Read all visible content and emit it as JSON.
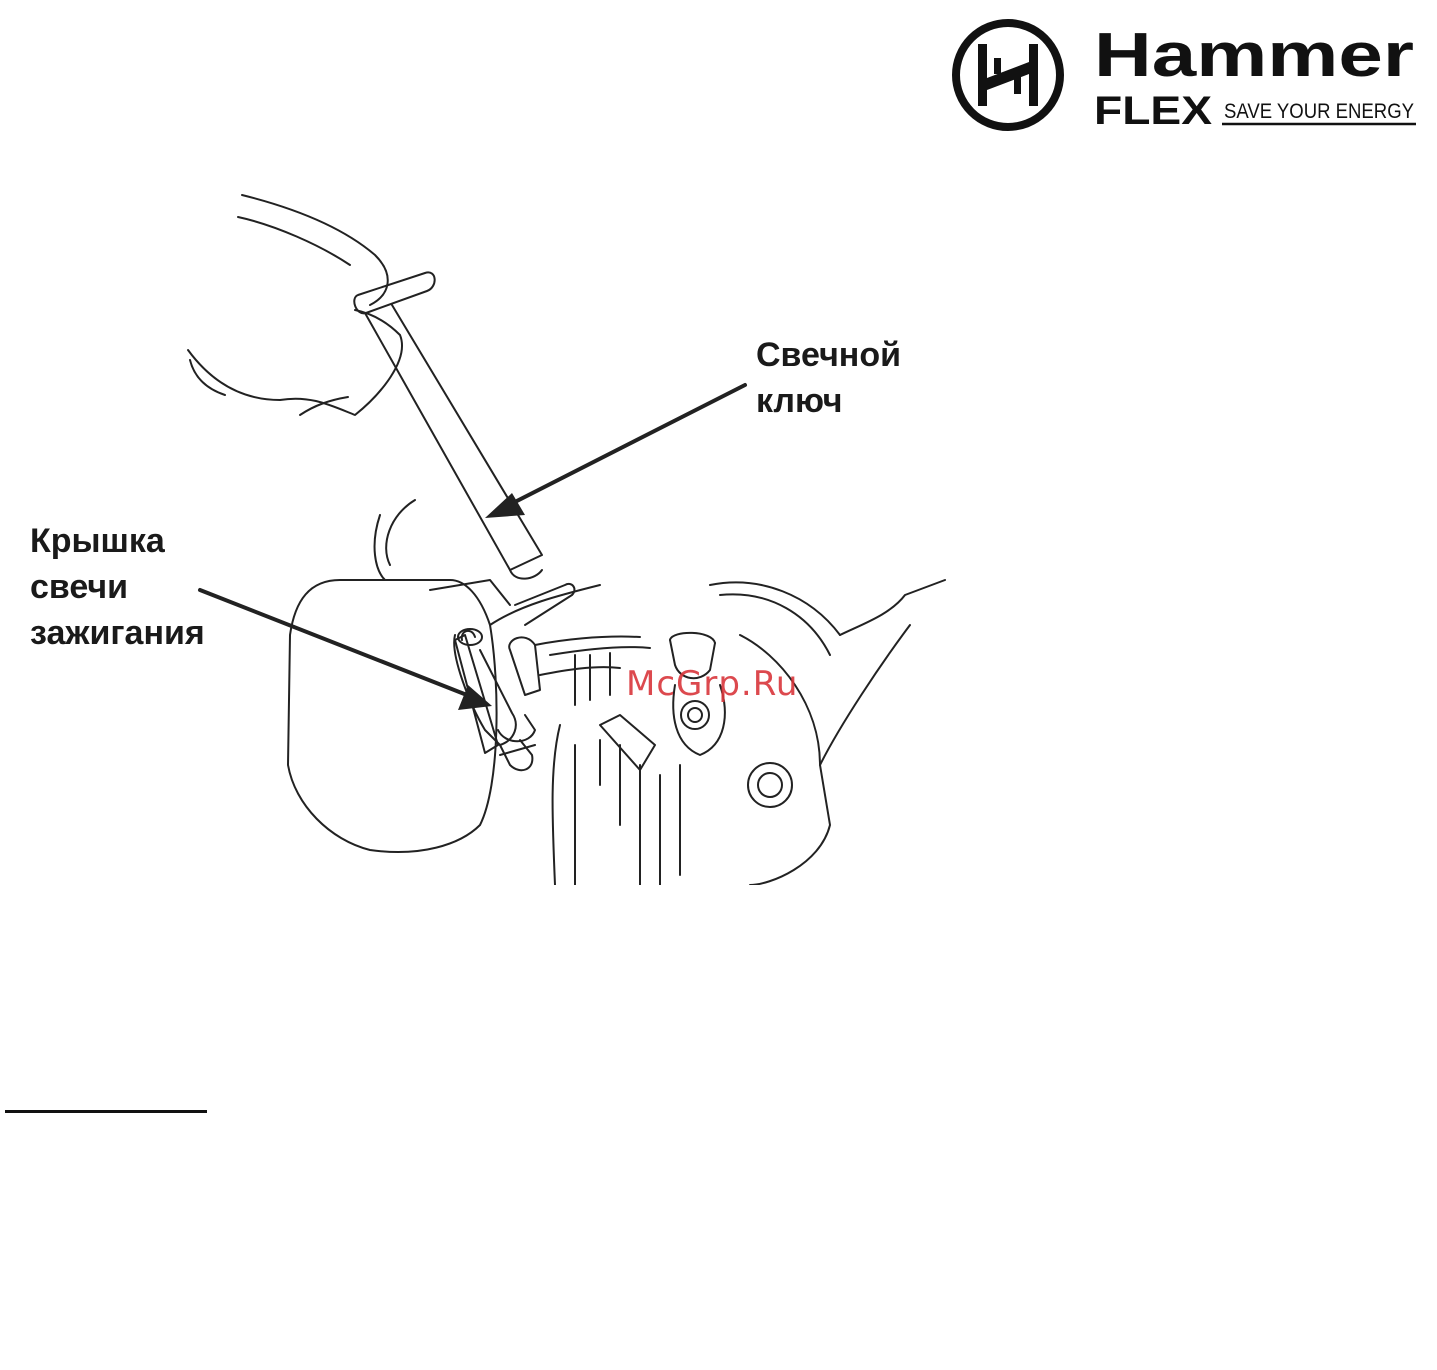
{
  "brand": {
    "name": "Hammer",
    "line": "FLEX",
    "tagline": "SAVE YOUR ENERGY",
    "icon": "hammer-logo-icon",
    "color": "#111111"
  },
  "figure": {
    "callouts": [
      {
        "id": "wrench",
        "lines": [
          "Свечной",
          "ключ"
        ]
      },
      {
        "id": "cap",
        "lines": [
          "Крышка",
          "свечи",
          "зажигания"
        ]
      }
    ]
  },
  "watermark": {
    "text": "McGrp.Ru",
    "color": "#d9363b"
  }
}
